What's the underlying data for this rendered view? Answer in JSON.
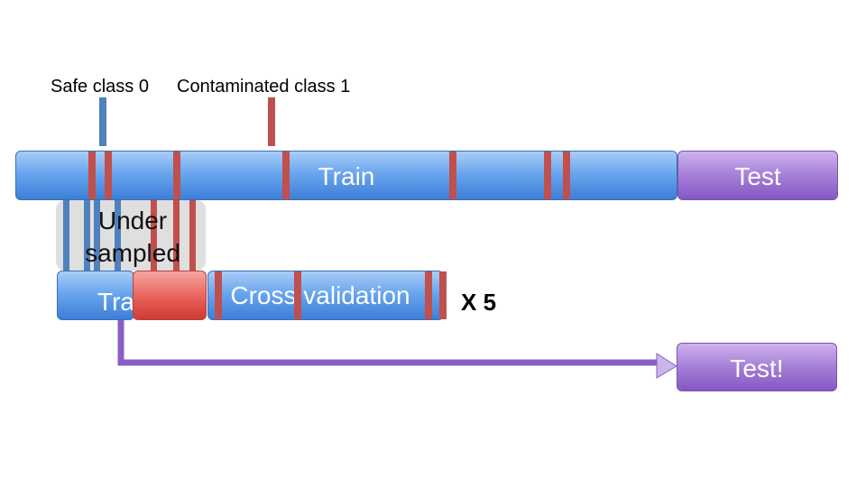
{
  "legend": {
    "safe_label": "Safe class 0",
    "contaminated_label": "Contaminated class 1",
    "safe_color": "#4f81bd",
    "contaminated_color": "#c0504d"
  },
  "main_split": {
    "train_label": "Train",
    "test_label": "Test"
  },
  "undersampled": {
    "line1": "Under",
    "line2": "sampled"
  },
  "second_row": {
    "train_label": "Train",
    "cv_label": "Cross validation",
    "repeat_label": "X 5"
  },
  "final": {
    "test_label": "Test!"
  }
}
